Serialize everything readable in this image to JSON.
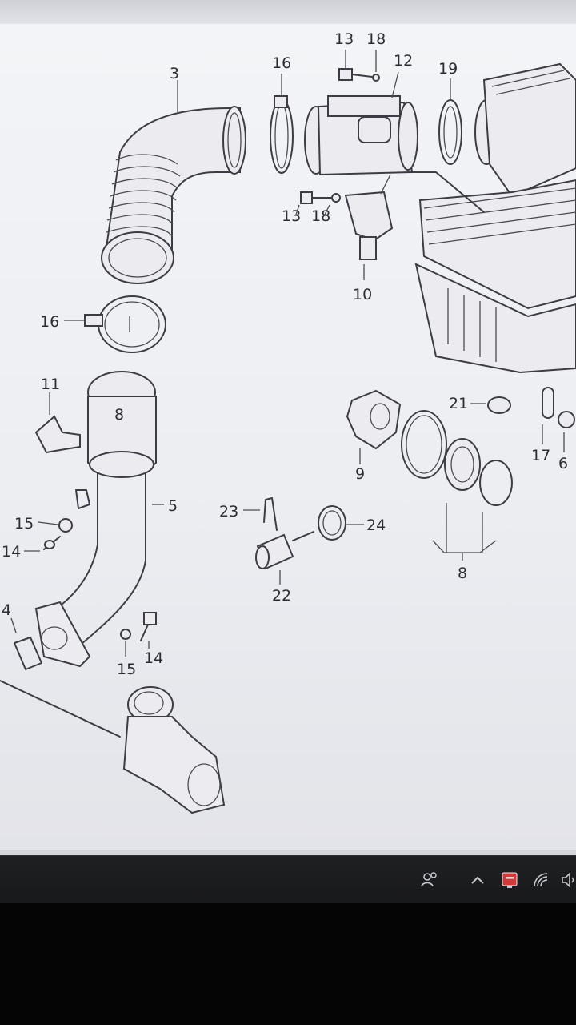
{
  "diagram": {
    "callouts": {
      "c3": "3",
      "c16a": "16",
      "c13a": "13",
      "c18a": "18",
      "c12": "12",
      "c19": "19",
      "c13b": "13",
      "c18b": "18",
      "c10": "10",
      "c16b": "16",
      "c11": "11",
      "c8a": "8",
      "c5": "5",
      "c15a": "15",
      "c14a": "14",
      "c4": "4",
      "c15b": "15",
      "c14b": "14",
      "c23": "23",
      "c24": "24",
      "c22": "22",
      "c9": "9",
      "c21": "21",
      "c17": "17",
      "c6": "6",
      "c8b": "8"
    }
  },
  "taskbar": {
    "icons": [
      "people-icon",
      "chevron-up-icon",
      "defender-icon",
      "network-icon",
      "volume-icon"
    ],
    "colors": {
      "taskbar": "#1b1c1e",
      "defender_badge": "#d23a3a"
    }
  }
}
